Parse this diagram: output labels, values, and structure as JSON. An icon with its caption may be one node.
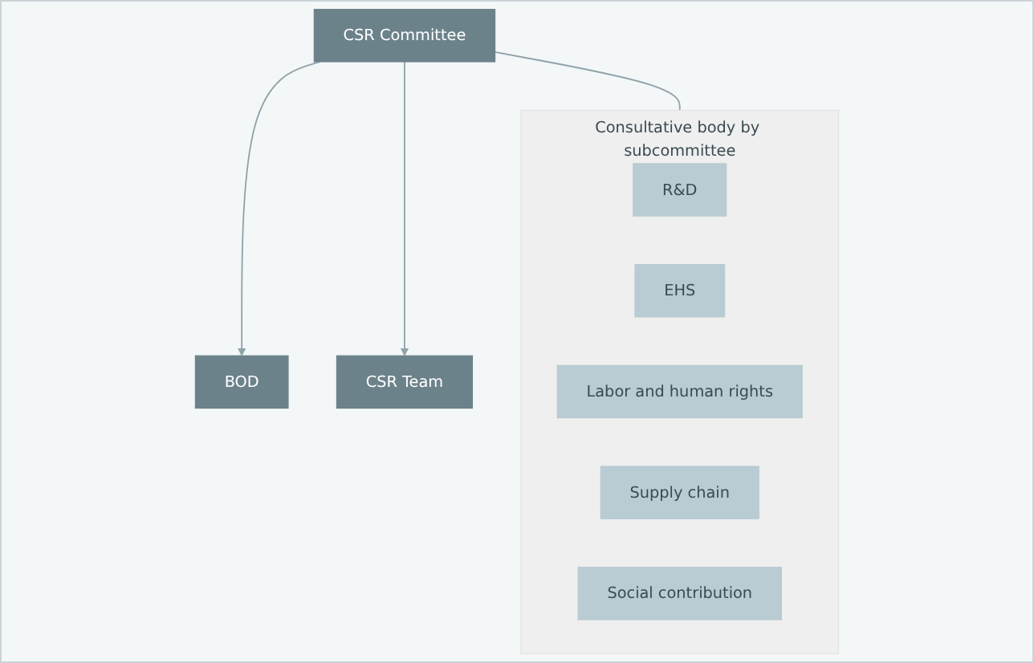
{
  "diagram": {
    "nodes": [
      {
        "text": [
          "CSR Committee"
        ]
      },
      {
        "text": [
          "BOD"
        ]
      },
      {
        "text": [
          "CSR Team"
        ]
      },
      {
        "text": [
          "Consultative body by subcommittee"
        ]
      },
      {
        "text": [
          "R&D"
        ],
        "in": 3
      },
      {
        "text": [
          "EHS"
        ],
        "in": 3
      },
      {
        "text": [
          "Labor and human rights"
        ],
        "in": 3
      },
      {
        "text": [
          "Supply chain"
        ],
        "in": 3
      },
      {
        "text": [
          "Social contribution"
        ],
        "in": 3
      }
    ],
    "edges": [
      {
        "from": 0,
        "to": 1,
        "arrow": "to"
      },
      {
        "from": 0,
        "to": 2,
        "arrow": "to"
      },
      {
        "from": 0,
        "to": 3,
        "arrow": "none"
      }
    ]
  }
}
